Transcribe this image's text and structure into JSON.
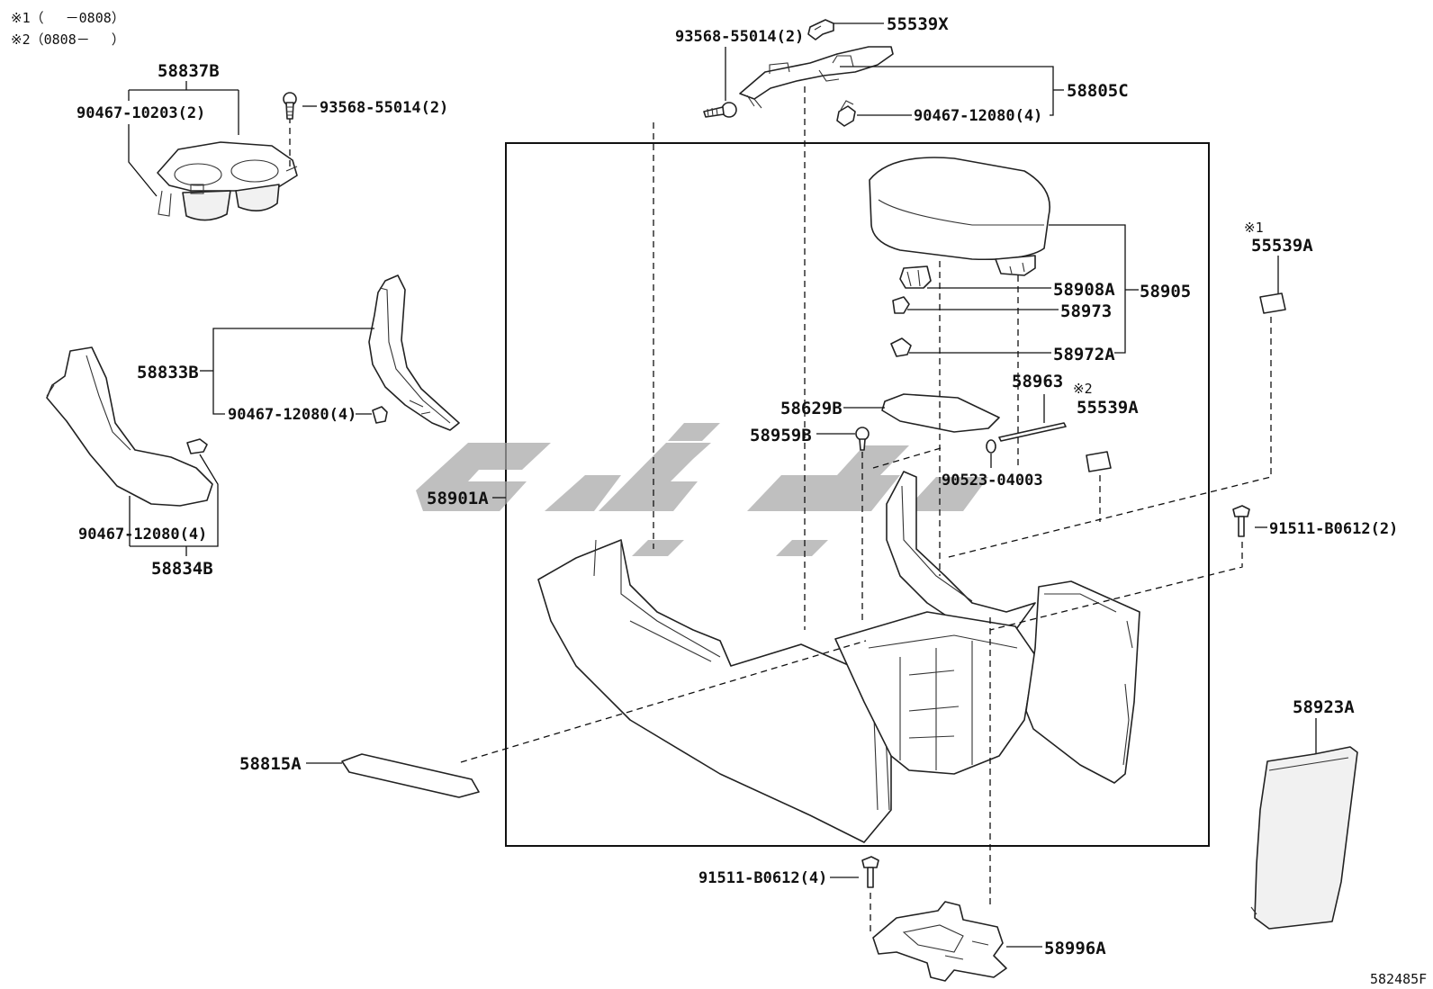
{
  "notes": {
    "note1": "※1（　 －0808）",
    "note2": "※2（0808－　 ）"
  },
  "labels": {
    "p55539X": "55539X",
    "p93568_55014_top": "93568-55014(2)",
    "p58805C": "58805C",
    "p90467_12080_top": "90467-12080(4)",
    "p58837B": "58837B",
    "p90467_10203": "90467-10203(2)",
    "p93568_55014_left": "93568-55014(2)",
    "p58833B": "58833B",
    "p90467_12080_mid": "90467-12080(4)",
    "p90467_12080_low": "90467-12080(4)",
    "p58834B": "58834B",
    "p58908A": "58908A",
    "p58905": "58905",
    "p58973": "58973",
    "p58972A": "58972A",
    "p58963": "58963",
    "p58629B": "58629B",
    "p58959B": "58959B",
    "p90523_04003": "90523-04003",
    "p55539A_1": "55539A",
    "p55539A_2": "55539A",
    "mark1": "※1",
    "mark2": "※2",
    "p58901A": "58901A",
    "p91511_B0612_2": "91511-B0612(2)",
    "p58815A": "58815A",
    "p58923A": "58923A",
    "p91511_B0612_4": "91511-B0612(4)",
    "p58996A": "58996A",
    "diagram_id": "582485F"
  }
}
